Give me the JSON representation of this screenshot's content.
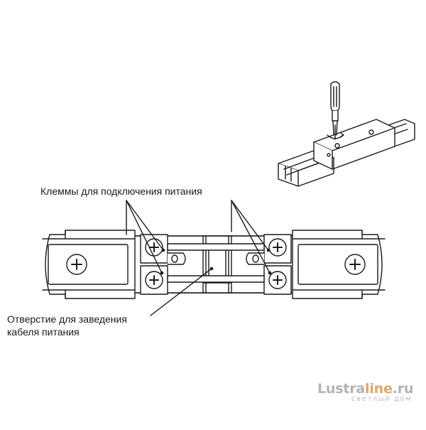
{
  "callouts": {
    "terminals": "Клеммы для подключения питания",
    "cable_hole_line1": "Отверстие для заведения",
    "cable_hole_line2": "кабеля питания"
  },
  "brand": {
    "name_part1": "Lustra",
    "name_part2": "line",
    "name_part3": ".ru",
    "tagline": "светлый дом",
    "accent_color": "#e1a66a",
    "gray_color": "#b3b3b3"
  },
  "colors": {
    "line": "#1a1a1a",
    "fill": "#ffffff",
    "accent_gray": "#d9d9d9"
  }
}
